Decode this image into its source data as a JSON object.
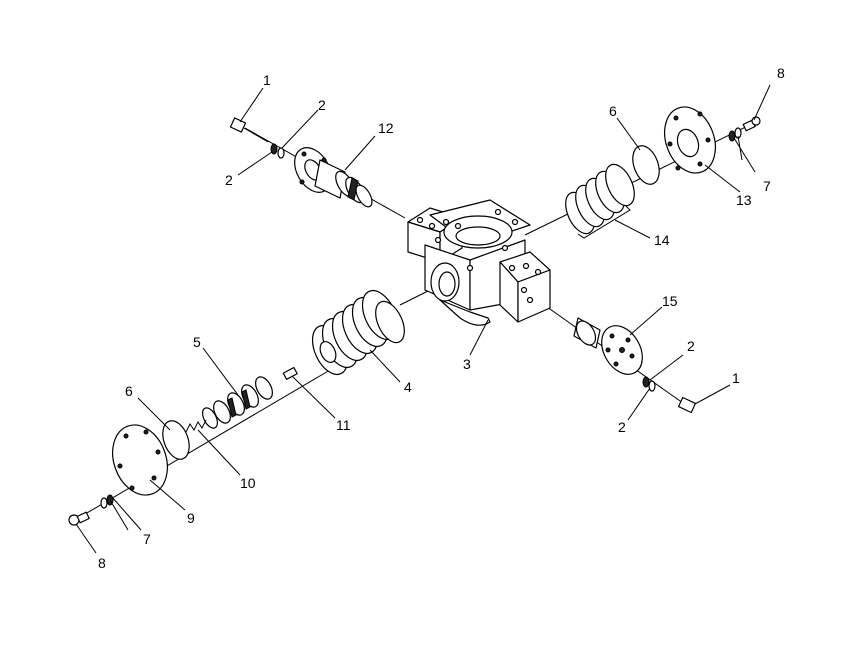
{
  "colors": {
    "line": "#000000",
    "background": "#ffffff"
  },
  "callouts": {
    "c_1a": "1",
    "c_2a": "2",
    "c_2b": "2",
    "c_12": "12",
    "c_6a": "6",
    "c_8a": "8",
    "c_7a": "7",
    "c_13": "13",
    "c_14": "14",
    "c_15": "15",
    "c_2c": "2",
    "c_1b": "1",
    "c_2d": "2",
    "c_3": "3",
    "c_4": "4",
    "c_5": "5",
    "c_6b": "6",
    "c_11": "11",
    "c_10": "10",
    "c_9": "9",
    "c_7b": "7",
    "c_8b": "8"
  }
}
